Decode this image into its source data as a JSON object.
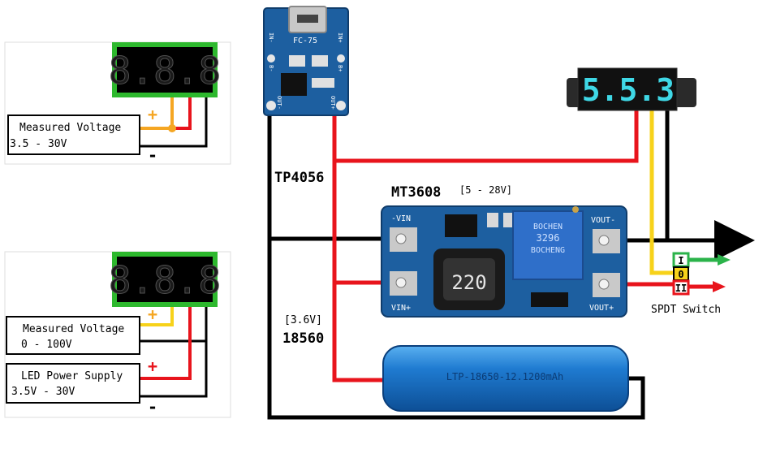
{
  "left_diagram_1": {
    "display": "8.8.8",
    "plus_sign": "+",
    "minus_sign": "-",
    "label_line1": "Measured Voltage",
    "label_line2": "3.5 - 30V"
  },
  "left_diagram_2": {
    "display": "8.8.8",
    "plus_sign_1": "+",
    "plus_sign_2": "+",
    "minus_sign": "-",
    "box1_line1": "Measured Voltage",
    "box1_line2": "0 - 100V",
    "box2_line1": "LED Power Supply",
    "box2_line2": "3.5V - 30V"
  },
  "charger": {
    "name": "TP4056",
    "chip_label": "FC-75",
    "pin_in_minus": "IN-",
    "pin_in_plus": "IN+",
    "pin_b_minus": "B-",
    "pin_b_plus": "B+",
    "pin_out_minus": "OUT-",
    "pin_out_plus": "OUT+"
  },
  "booster": {
    "name": "MT3608",
    "range": "[5 - 28V]",
    "inductor_label": "220",
    "pot_label_1": "BOCHEN",
    "pot_label_2": "3296",
    "pot_label_3": "BOCHENG",
    "pin_vin_minus": "-VIN",
    "pin_vin_plus": "VIN+",
    "pin_vout_minus": "VOUT-",
    "pin_vout_plus": "VOUT+"
  },
  "battery": {
    "voltage": "[3.6V]",
    "type": "18560",
    "print": "LTP-18650-12.1200mAh"
  },
  "voltmeter": {
    "display": "5.5.3",
    "digit_color": "#3fd8e6"
  },
  "switch": {
    "name": "SPDT Switch",
    "pos_1": "I",
    "pos_0": "0",
    "pos_2": "II"
  },
  "colors": {
    "wire_red": "#e8141c",
    "wire_yellow": "#f7d21a",
    "wire_orange": "#f5a623",
    "wire_black": "#000000",
    "wire_green": "#2bb34a",
    "board_blue": "#1d5fa0",
    "battery_blue": "#1f7bd1",
    "frame_green": "#2db82d",
    "led_red": "#e11a1a"
  }
}
